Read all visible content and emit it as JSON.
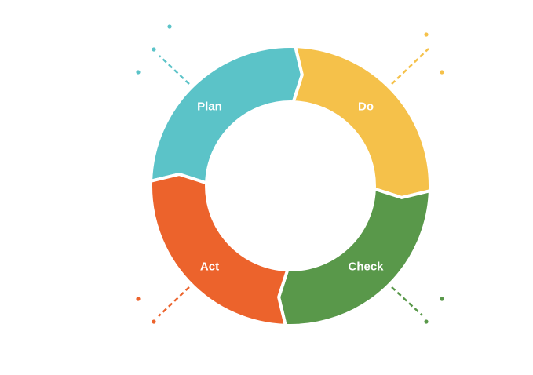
{
  "cycle": {
    "segments": [
      {
        "label": "Plan",
        "color": "#5bc3c8"
      },
      {
        "label": "Do",
        "color": "#f5c14a"
      },
      {
        "label": "Check",
        "color": "#59984a"
      },
      {
        "label": "Act",
        "color": "#ec632c"
      }
    ]
  }
}
